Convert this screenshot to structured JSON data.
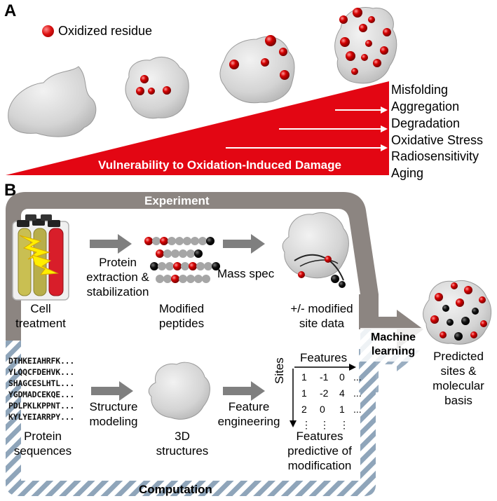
{
  "panel_a": {
    "letter": "A",
    "legend_label": "Oxidized residue",
    "wedge_label": "Vulnerability to Oxidation-Induced Damage",
    "outcomes": [
      "Misfolding",
      "Aggregation",
      "Degradation",
      "Oxidative Stress",
      "Radiosensitivity",
      "Aging"
    ]
  },
  "panel_b": {
    "letter": "B",
    "experiment_title": "Experiment",
    "computation_title": "Computation",
    "machine_learning_line1": "Machine",
    "machine_learning_line2": "learning",
    "cell_treatment": [
      "Cell",
      "treatment"
    ],
    "protein_extraction": [
      "Protein",
      "extraction &",
      "stabilization"
    ],
    "modified_peptides": [
      "Modified",
      "peptides"
    ],
    "mass_spec": "Mass spec",
    "site_data": [
      "+/- modified",
      "site data"
    ],
    "sequences": [
      "DTHKEIAHRFK...",
      "YLQQCFDEHVK...",
      "SHAGCESLHTL...",
      "YGDMADCEKQE...",
      "PDLPKLKPPNT...",
      "KYLYEIARRPY..."
    ],
    "protein_sequences": [
      "Protein",
      "sequences"
    ],
    "structure_modeling": [
      "Structure",
      "modeling"
    ],
    "structures_3d": [
      "3D",
      "structures"
    ],
    "feature_engineering": [
      "Feature",
      "engineering"
    ],
    "features_header": "Features",
    "sites_label": "Sites",
    "feature_matrix": [
      [
        "1",
        "-1",
        "0",
        "..."
      ],
      [
        "1",
        "-2",
        "4",
        "..."
      ],
      [
        "2",
        "0",
        "1",
        "..."
      ],
      [
        "⋮",
        "⋮",
        "⋮",
        ""
      ]
    ],
    "features_predictive": [
      "Features",
      "predictive of",
      "modification"
    ],
    "predicted_sites": [
      "Predicted",
      "sites &",
      "molecular",
      "basis"
    ]
  },
  "colors": {
    "oxidized": "#d40000",
    "wedge": "#e30613",
    "experiment_band": "#8c8581",
    "computation_stripe": "#8fa5ba",
    "arrow_gray": "#7f7f7f",
    "protein": "#d6d6d6"
  }
}
